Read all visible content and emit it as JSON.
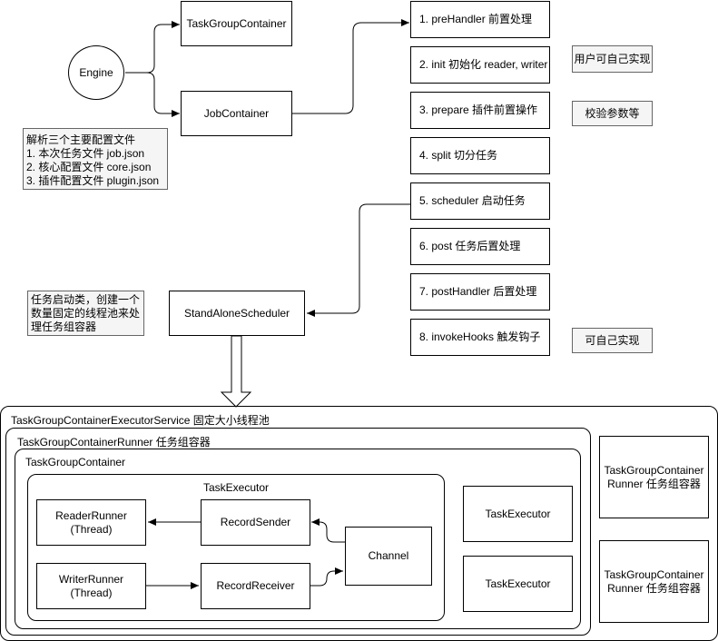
{
  "engine": "Engine",
  "task_group_container_top": "TaskGroupContainer",
  "job_container": "JobContainer",
  "config_note": "解析三个主要配置文件\n1. 本次任务文件 job.json\n2. 核心配置文件 core.json\n3. 插件配置文件 plugin.json",
  "steps": [
    "1. preHandler 前置处理",
    "2. init 初始化 reader, writer",
    "3. prepare 插件前置操作",
    "4. split 切分任务",
    "5. scheduler 启动任务",
    "6. post 任务后置处理",
    "7. postHandler 后置处理",
    "8. invokeHooks 触发钩子"
  ],
  "side_notes": {
    "user_impl": "用户可自己实现",
    "validate": "校验参数等",
    "self_impl": "可自己实现"
  },
  "scheduler_note": "任务启动类，创建一个\n数量固定的线程池来处\n理任务组容器",
  "standalone_scheduler": "StandAloneScheduler",
  "executor_service_label": "TaskGroupContainerExecutorService 固定大小线程池",
  "runner_label": "TaskGroupContainerRunner 任务组容器",
  "inner_container_label": "TaskGroupContainer",
  "task_executor_label": "TaskExecutor",
  "reader_runner": "ReaderRunner\n(Thread)",
  "writer_runner": "WriterRunner\n(Thread)",
  "record_sender": "RecordSender",
  "record_receiver": "RecordReceiver",
  "channel": "Channel",
  "task_executor_2": "TaskExecutor",
  "task_executor_3": "TaskExecutor",
  "runner_2": "TaskGroupContainer\nRunner 任务组容器",
  "runner_3": "TaskGroupContainer\nRunner 任务组容器"
}
